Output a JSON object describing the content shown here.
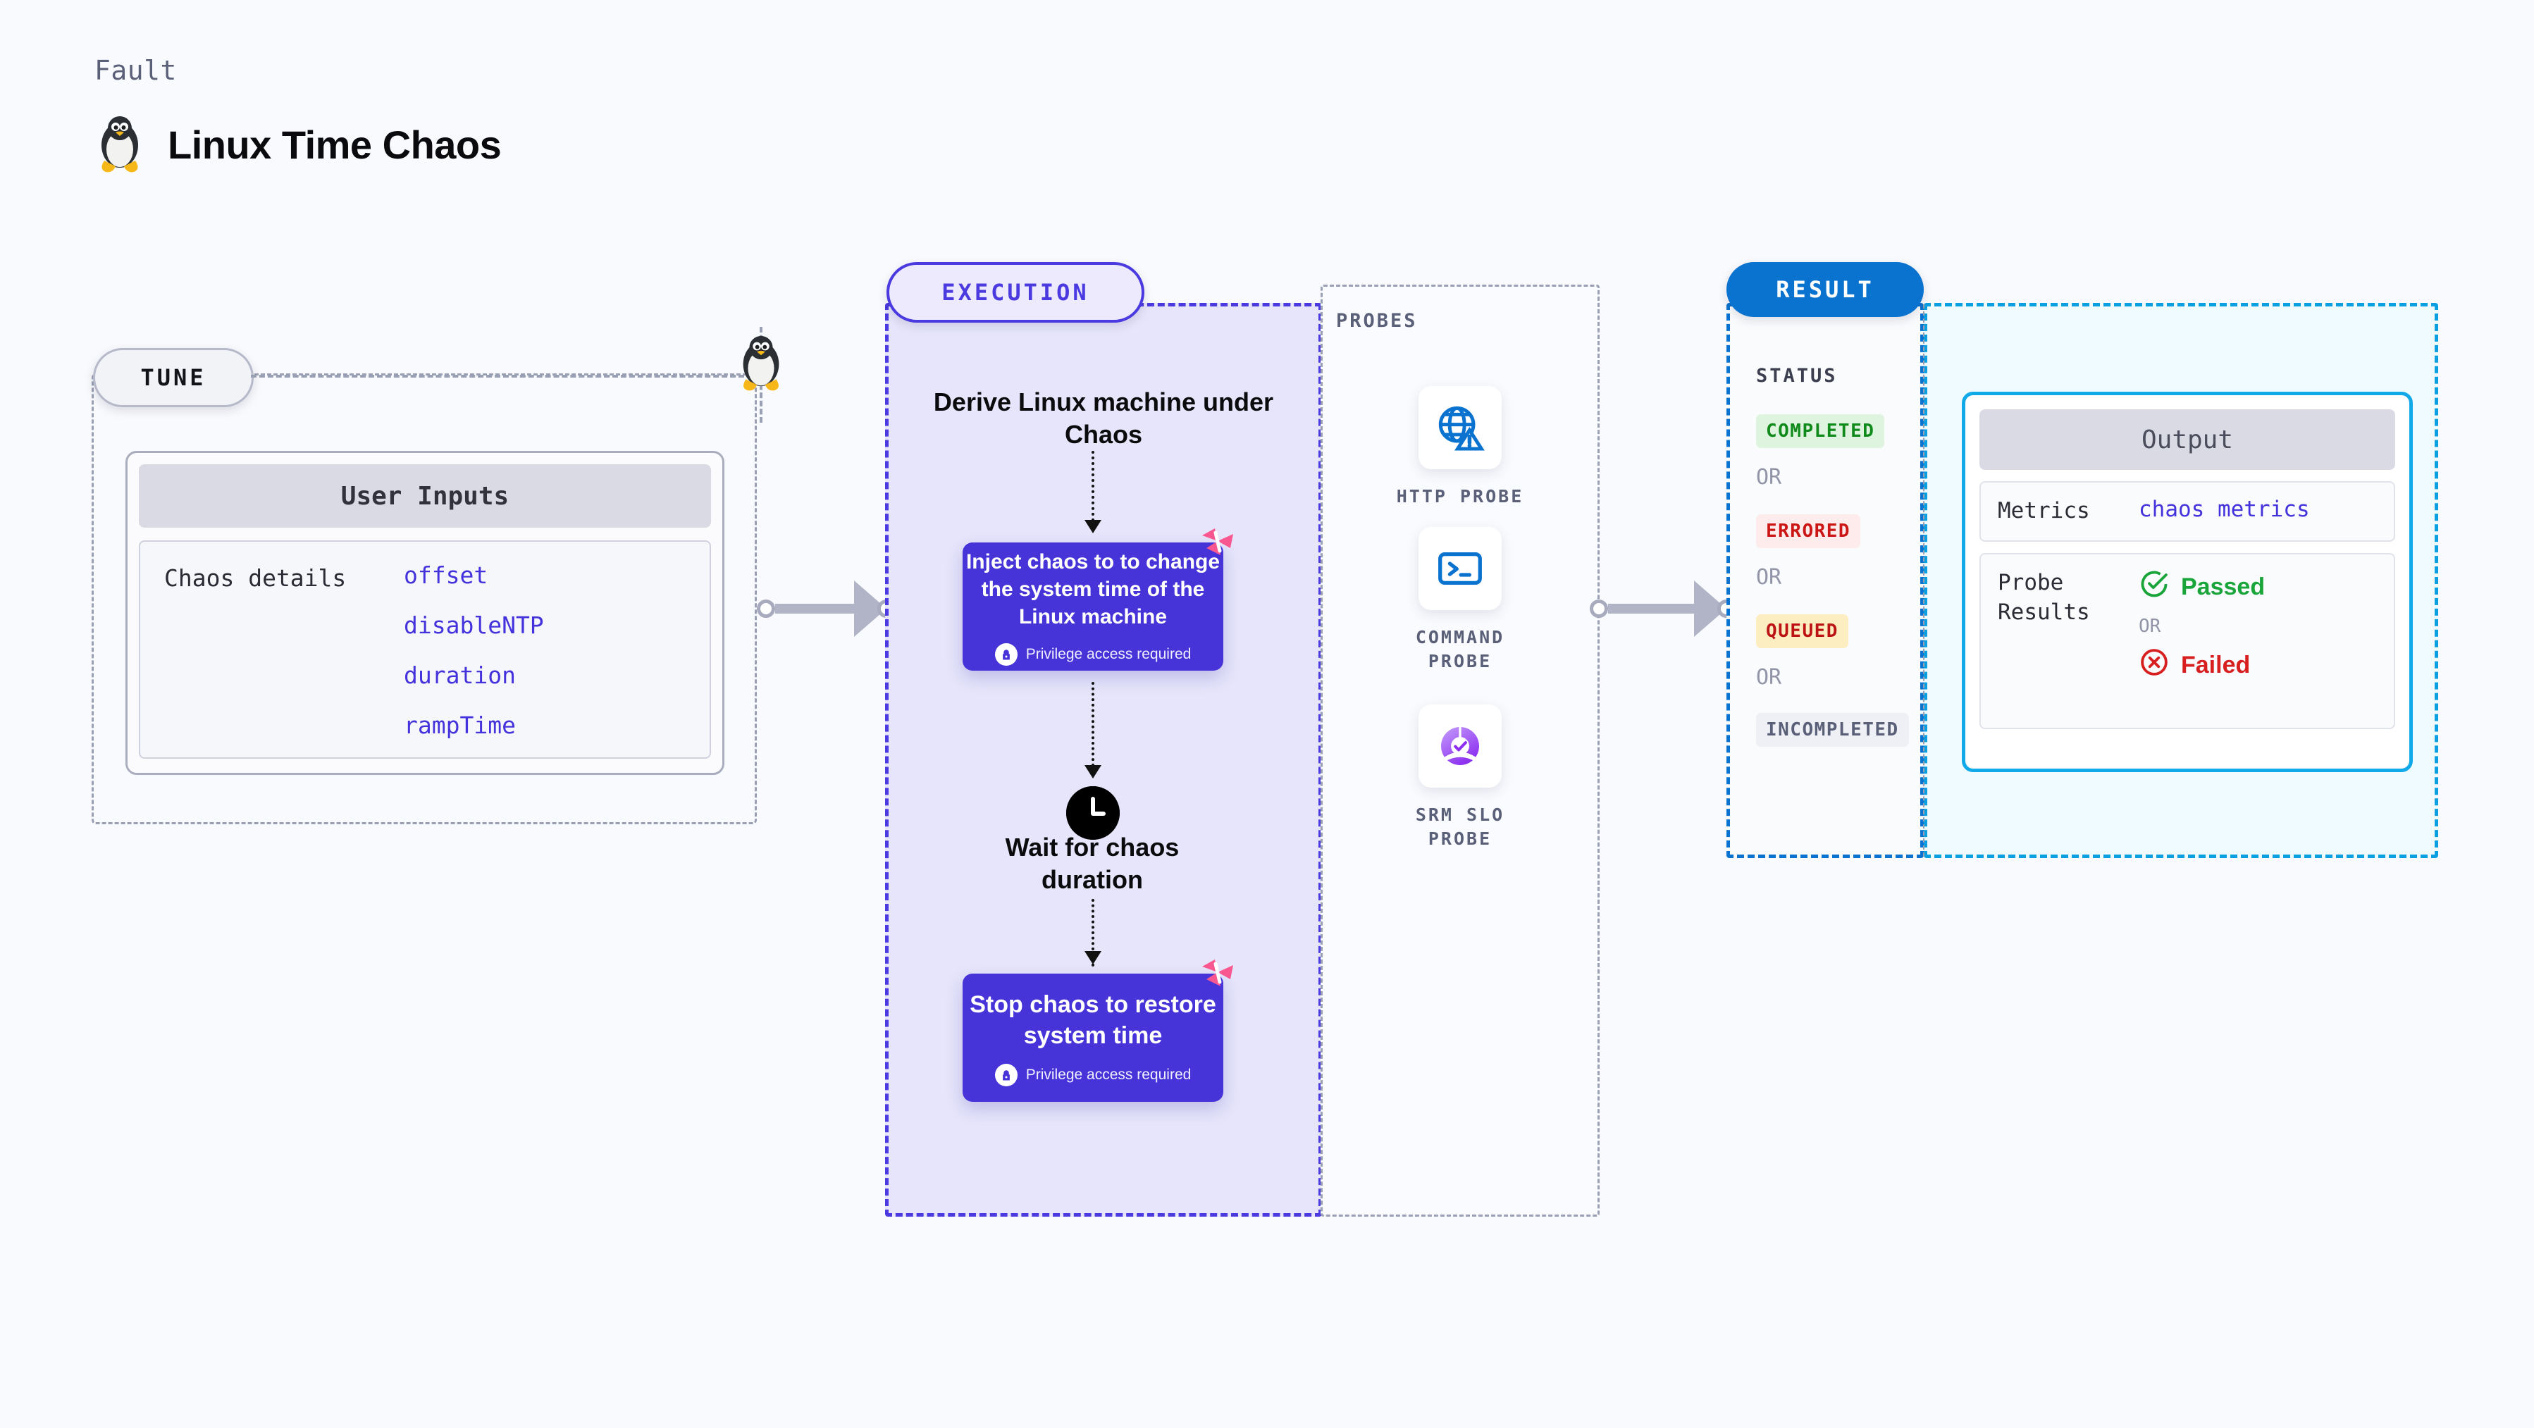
{
  "header": {
    "eyebrow": "Fault",
    "title": "Linux Time Chaos",
    "icon": "linux-penguin-icon"
  },
  "tune": {
    "pill_label": "TUNE",
    "card_title": "User Inputs",
    "row_key": "Chaos details",
    "values": [
      "offset",
      "disableNTP",
      "duration",
      "rampTime"
    ]
  },
  "execution": {
    "pill_label": "EXECUTION",
    "step_title": "Derive Linux machine under Chaos",
    "card1": {
      "title": "Inject chaos to to change the system time of the Linux machine",
      "note": "Privilege access required",
      "badge_icon": "harness-logo-icon",
      "lock_icon": "lock-icon"
    },
    "wait": {
      "icon": "clock-icon",
      "title": "Wait for chaos duration"
    },
    "card2": {
      "title": "Stop chaos to restore system time",
      "note": "Privilege access required",
      "badge_icon": "harness-logo-icon",
      "lock_icon": "lock-icon"
    }
  },
  "probes": {
    "label": "PROBES",
    "items": [
      {
        "label": "HTTP PROBE",
        "icon": "globe-warning-icon"
      },
      {
        "label": "COMMAND PROBE",
        "icon": "terminal-icon"
      },
      {
        "label": "SRM SLO PROBE",
        "icon": "slo-donut-check-icon"
      }
    ]
  },
  "result": {
    "pill_label": "RESULT",
    "status_label": "STATUS",
    "or_label": "OR",
    "statuses": [
      {
        "label": "COMPLETED",
        "color": "#118a1c",
        "bg": "#dff4de"
      },
      {
        "label": "ERRORED",
        "color": "#cc1616",
        "bg": "#fdeceb"
      },
      {
        "label": "QUEUED",
        "color": "#bc1414",
        "bg": "#fdeec2"
      },
      {
        "label": "INCOMPLETED",
        "color": "#5b6079",
        "bg": "#eff0f5"
      }
    ],
    "output": {
      "title": "Output",
      "metrics_key": "Metrics",
      "metrics_value": "chaos metrics",
      "probe_results_key": "Probe Results",
      "passed_label": "Passed",
      "failed_label": "Failed",
      "or_label": "OR",
      "passed_icon": "check-circle-icon",
      "failed_icon": "x-circle-icon",
      "passed_color": "#1aa53a",
      "failed_color": "#d81f1f"
    }
  },
  "connectors": {
    "tune_to_execution": "arrow-right",
    "execution_to_result": "arrow-right"
  }
}
